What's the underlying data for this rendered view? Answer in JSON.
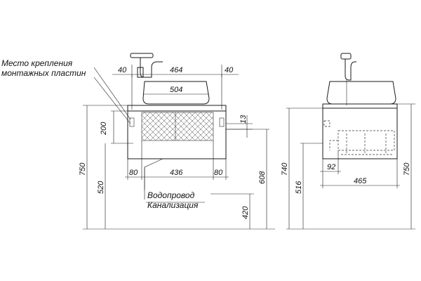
{
  "labels": {
    "mount_line1": "Место крепления",
    "mount_line2": "монтажных пластин",
    "water": "Водопровод",
    "sewer": "Канализация"
  },
  "front": {
    "d_40_left": "40",
    "d_464": "464",
    "d_40_right": "40",
    "d_504": "504",
    "d_200": "200",
    "d_13": "13",
    "d_80_left": "80",
    "d_436": "436",
    "d_80_right": "80",
    "d_750": "750",
    "d_520": "520",
    "d_420": "420",
    "d_608": "608"
  },
  "side": {
    "d_740": "740",
    "d_516": "516",
    "d_92": "92",
    "d_465": "465",
    "d_750": "750"
  }
}
